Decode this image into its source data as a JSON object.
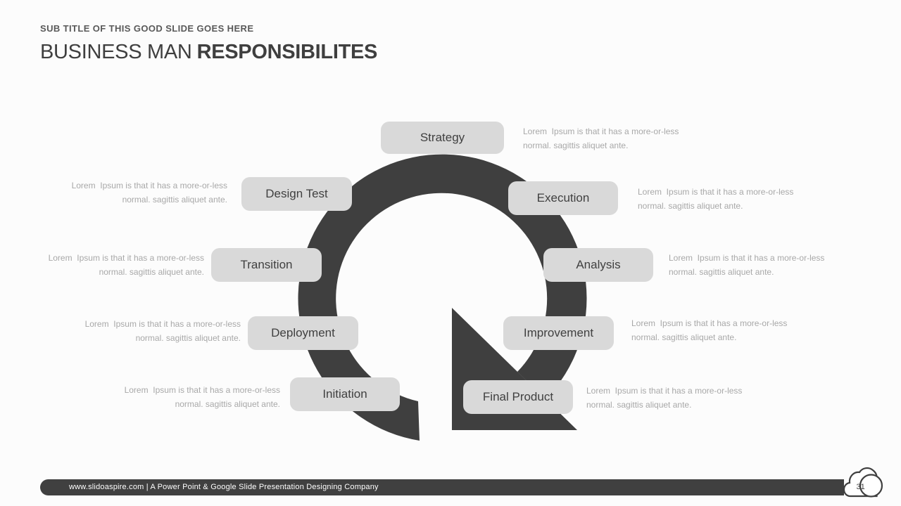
{
  "slide": {
    "subtitle": "SUB TITLE OF THIS GOOD SLIDE GOES HERE",
    "title_regular": "BUSINESS MAN",
    "title_bold": "RESPONSIBILITES"
  },
  "diagram": {
    "type": "cycle-arrow",
    "shape_color": "#3f3f3f",
    "node_fill": "#d9d9d9",
    "node_text_color": "#404040",
    "note_text_color": "#a8a8a8",
    "nodes": [
      {
        "label": "Strategy",
        "note": "Lorem  Ipsum is that it has a more-or-less\nnormal. sagittis aliquet ante.",
        "note_side": "right"
      },
      {
        "label": "Design Test",
        "note": "Lorem  Ipsum is that it has a more-or-less\nnormal. sagittis aliquet ante.",
        "note_side": "left"
      },
      {
        "label": "Execution",
        "note": "Lorem  Ipsum is that it has a more-or-less\nnormal. sagittis aliquet ante.",
        "note_side": "right"
      },
      {
        "label": "Transition",
        "note": "Lorem  Ipsum is that it has a more-or-less\nnormal. sagittis aliquet ante.",
        "note_side": "left"
      },
      {
        "label": "Analysis",
        "note": "Lorem  Ipsum is that it has a more-or-less\nnormal. sagittis aliquet ante.",
        "note_side": "right"
      },
      {
        "label": "Deployment",
        "note": "Lorem  Ipsum is that it has a more-or-less\nnormal. sagittis aliquet ante.",
        "note_side": "left"
      },
      {
        "label": "Improvement",
        "note": "Lorem  Ipsum is that it has a more-or-less\nnormal. sagittis aliquet ante.",
        "note_side": "right"
      },
      {
        "label": "Initiation",
        "note": "Lorem  Ipsum is that it has a more-or-less\nnormal. sagittis aliquet ante.",
        "note_side": "left"
      },
      {
        "label": "Final Product",
        "note": "Lorem  Ipsum is that it has a more-or-less\nnormal. sagittis aliquet ante.",
        "note_side": "right"
      }
    ]
  },
  "footer": {
    "text": "www.slidoaspire.com | A Power Point & Google Slide Presentation Designing Company",
    "page_number": "31",
    "bar_color": "#404040"
  },
  "colors": {
    "background": "#fcfcfc",
    "title": "#3f3f3f",
    "subtitle": "#595959"
  }
}
